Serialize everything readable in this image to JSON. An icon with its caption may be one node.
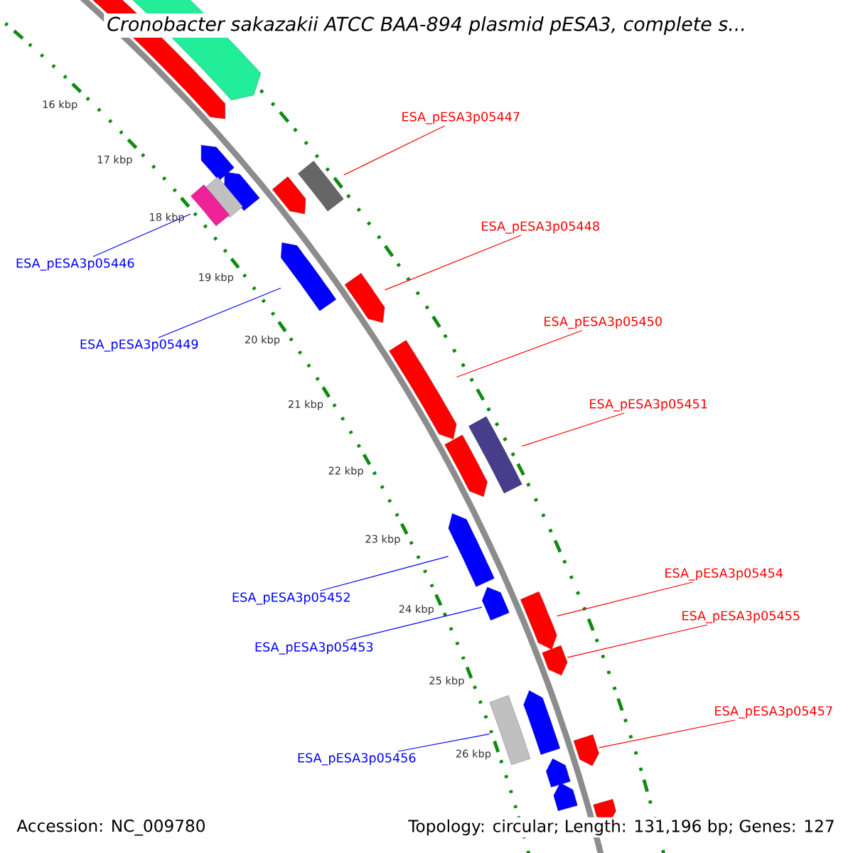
{
  "diagram": {
    "title": "Cronobacter sakazakii ATCC BAA-894 plasmid pESA3, complete s...",
    "nodes": [
      {
        "text": [
          "ESA_pESA3p05447"
        ]
      },
      {
        "text": [
          "ESA_pESA3p05448"
        ]
      },
      {
        "text": [
          "ESA_pESA3p05446"
        ]
      },
      {
        "text": [
          "ESA_pESA3p05450"
        ]
      },
      {
        "text": [
          "ESA_pESA3p05449"
        ]
      },
      {
        "text": [
          "ESA_pESA3p05451"
        ]
      },
      {
        "text": [
          "ESA_pESA3p05454"
        ]
      },
      {
        "text": [
          "ESA_pESA3p05452"
        ]
      },
      {
        "text": [
          "ESA_pESA3p05455"
        ]
      },
      {
        "text": [
          "ESA_pESA3p05453"
        ]
      },
      {
        "text": [
          "ESA_pESA3p05457"
        ]
      },
      {
        "text": [
          "ESA_pESA3p05456"
        ]
      },
      {
        "text": [],
        "shape": "arrow"
      },
      {
        "text": [],
        "shape": "arrow"
      },
      {
        "text": [],
        "shape": "arrow"
      },
      {
        "text": [],
        "shape": "arrow"
      },
      {
        "text": [],
        "shape": "arrow"
      },
      {
        "text": [],
        "shape": "arrow"
      },
      {
        "text": [],
        "shape": "arrow"
      },
      {
        "text": [],
        "shape": "arrow"
      },
      {
        "text": [],
        "shape": "arrow"
      },
      {
        "text": [],
        "shape": "arrow"
      },
      {
        "text": [],
        "shape": "arrow"
      },
      {
        "text": [],
        "shape": "arrow"
      }
    ],
    "edges": [
      {
        "from": 0,
        "to": 12,
        "arrow": "none",
        "color": "#ff0000"
      },
      {
        "from": 1,
        "to": 13,
        "arrow": "none",
        "color": "#ff0000"
      },
      {
        "from": 2,
        "to": 14,
        "arrow": "none",
        "color": "#0000ff"
      },
      {
        "from": 3,
        "to": 15,
        "arrow": "none",
        "color": "#ff0000"
      },
      {
        "from": 4,
        "to": 16,
        "arrow": "none",
        "color": "#0000ff"
      },
      {
        "from": 5,
        "to": 17,
        "arrow": "none",
        "color": "#ff0000"
      },
      {
        "from": 6,
        "to": 18,
        "arrow": "none",
        "color": "#ff0000"
      },
      {
        "from": 7,
        "to": 19,
        "arrow": "none",
        "color": "#0000ff"
      },
      {
        "from": 8,
        "to": 20,
        "arrow": "none",
        "color": "#ff0000"
      },
      {
        "from": 9,
        "to": 21,
        "arrow": "none",
        "color": "#0000ff"
      },
      {
        "from": 10,
        "to": 22,
        "arrow": "none",
        "color": "#ff0000"
      },
      {
        "from": 11,
        "to": 23,
        "arrow": "none",
        "color": "#0000ff"
      }
    ],
    "labels": [
      "16 kbp",
      "17 kbp",
      "18 kbp",
      "19 kbp",
      "20 kbp",
      "21 kbp",
      "22 kbp",
      "23 kbp",
      "24 kbp",
      "25 kbp",
      "26 kbp",
      "Accession: NC_009780",
      "Topology: circular; Length: 131,196 bp; Genes: 127"
    ]
  }
}
